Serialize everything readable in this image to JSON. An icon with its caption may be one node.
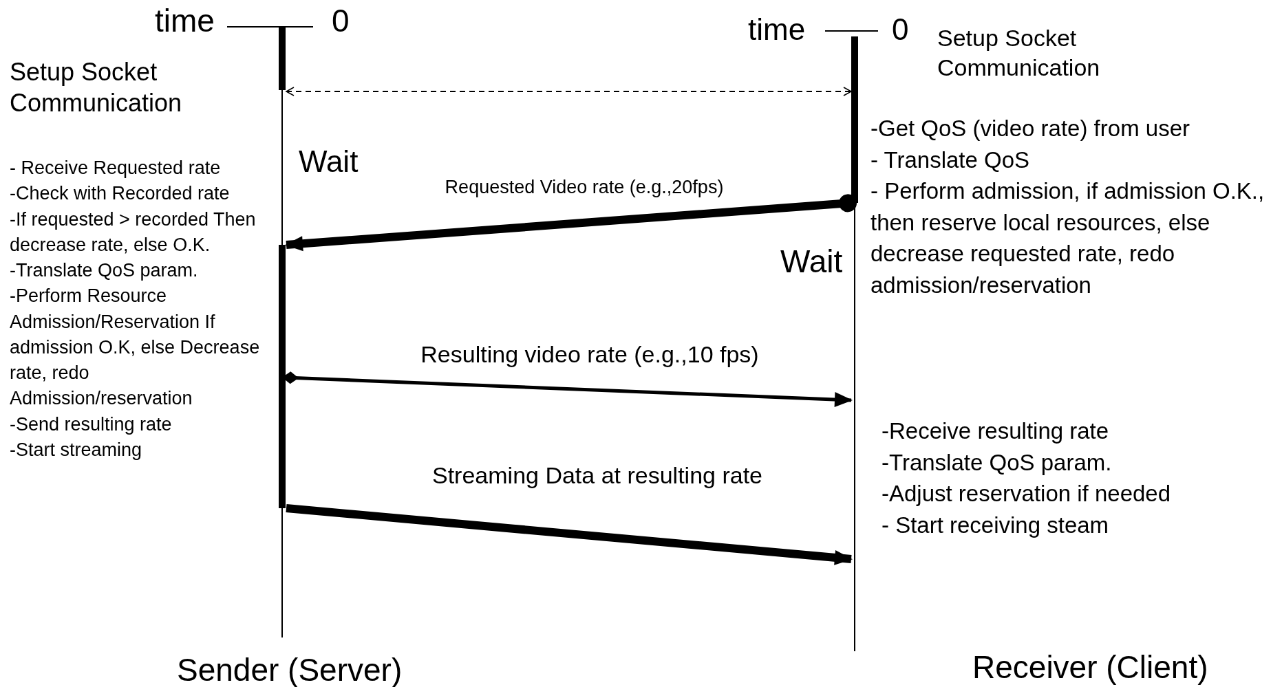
{
  "diagram": {
    "nodes": [
      {
        "text": [],
        "shape": "bar",
        "beside": [
          "Sender (Server)"
        ]
      },
      {
        "text": [],
        "shape": "bar",
        "beside": [
          "Receiver (Client)"
        ]
      }
    ],
    "edges": [
      {
        "from": 0,
        "to": 1,
        "arrow": "both",
        "style": "dashed"
      },
      {
        "from": 1,
        "to": 0,
        "arrow": "to",
        "label": "Requested Video rate (e.g.,20fps)",
        "style": "thick"
      },
      {
        "from": 0,
        "to": 1,
        "arrow": "to",
        "label": "Resulting video rate (e.g.,10 fps)"
      },
      {
        "from": 0,
        "to": 1,
        "arrow": "to",
        "label": "Streaming Data at resulting rate",
        "style": "thick"
      }
    ],
    "labels": [
      "time",
      "0",
      "time",
      "0",
      "Setup Socket Communication",
      "Setup Socket Communication",
      "Wait",
      "Wait",
      "- Receive Requested rate",
      "-Check with Recorded rate",
      "-If requested > recorded Then decrease rate, else O.K.",
      "-Translate QoS param.",
      "-Perform Resource Admission/Reservation If admission O.K, else Decrease rate, redo Admission/reservation",
      "-Send resulting rate",
      "-Start streaming",
      "-Get QoS (video rate) from user",
      "- Translate QoS",
      "- Perform admission, if admission O.K., then reserve local resources, else decrease requested rate, redo admission/reservation",
      "-Receive resulting rate",
      "-Translate QoS param.",
      "-Adjust reservation if needed",
      "- Start receiving steam"
    ]
  }
}
